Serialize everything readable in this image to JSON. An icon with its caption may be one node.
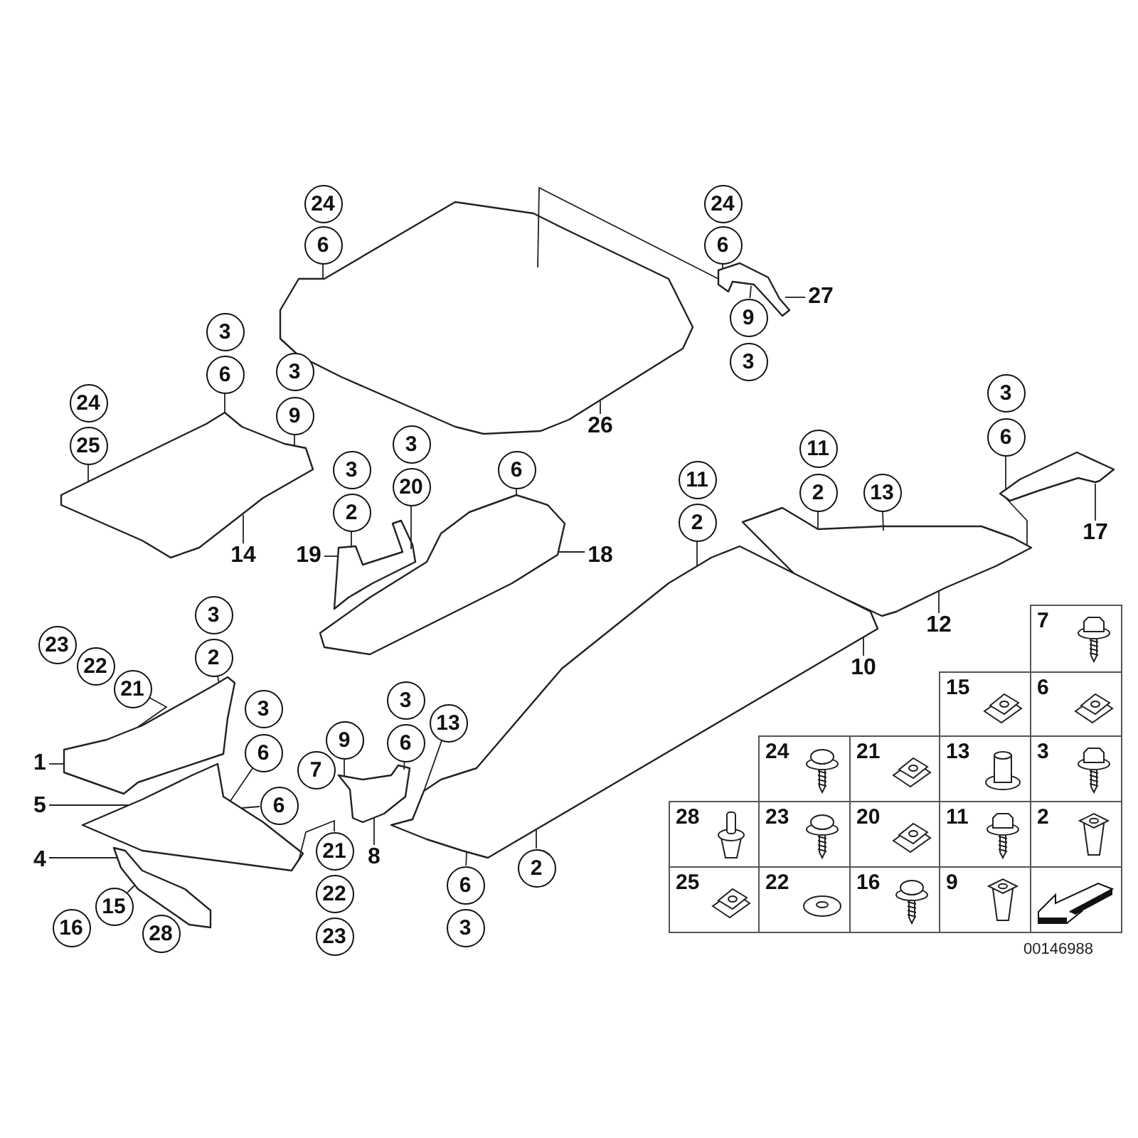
{
  "diagram": {
    "nodes": [
      {
        "text": [
          "24"
        ]
      },
      {
        "text": [
          "6"
        ]
      },
      {
        "text": [],
        "shape": "picture"
      },
      {
        "text": [
          "24"
        ]
      },
      {
        "text": [
          "6"
        ]
      },
      {
        "text": [],
        "shape": "picture"
      },
      {
        "text": [
          "9"
        ]
      },
      {
        "text": [
          "3"
        ]
      },
      {
        "text": [
          "27"
        ]
      },
      {
        "text": [
          "26"
        ]
      },
      {
        "text": [
          "3"
        ]
      },
      {
        "text": [
          "6"
        ]
      },
      {
        "text": [
          "3"
        ]
      },
      {
        "text": [
          "9"
        ]
      },
      {
        "text": [
          "24"
        ]
      },
      {
        "text": [
          "25"
        ]
      },
      {
        "text": [],
        "shape": "picture"
      },
      {
        "text": [
          "14"
        ]
      },
      {
        "text": [
          "3"
        ]
      },
      {
        "text": [
          "2"
        ]
      },
      {
        "text": [
          "3"
        ]
      },
      {
        "text": [
          "20"
        ]
      },
      {
        "text": [],
        "shape": "picture"
      },
      {
        "text": [
          "19"
        ]
      },
      {
        "text": [
          "6"
        ]
      },
      {
        "text": [],
        "shape": "picture"
      },
      {
        "text": [
          "18"
        ]
      },
      {
        "text": [
          "11"
        ]
      },
      {
        "text": [
          "2"
        ]
      },
      {
        "text": [
          "11"
        ]
      },
      {
        "text": [
          "2"
        ]
      },
      {
        "text": [
          "13"
        ]
      },
      {
        "text": [
          "3"
        ]
      },
      {
        "text": [
          "6"
        ]
      },
      {
        "text": [],
        "shape": "picture"
      },
      {
        "text": [
          "17"
        ]
      },
      {
        "text": [],
        "shape": "picture"
      },
      {
        "text": [
          "12"
        ]
      },
      {
        "text": [],
        "shape": "picture"
      },
      {
        "text": [
          "10"
        ]
      },
      {
        "text": [
          "3"
        ]
      },
      {
        "text": [
          "2"
        ]
      },
      {
        "text": [
          "23"
        ]
      },
      {
        "text": [
          "22"
        ]
      },
      {
        "text": [
          "21"
        ]
      },
      {
        "text": [],
        "shape": "picture"
      },
      {
        "text": [
          "1"
        ]
      },
      {
        "text": [
          "3"
        ]
      },
      {
        "text": [
          "6"
        ]
      },
      {
        "text": [
          "7"
        ]
      },
      {
        "text": [
          "6"
        ]
      },
      {
        "text": [],
        "shape": "picture"
      },
      {
        "text": [
          "5"
        ]
      },
      {
        "text": [
          "9"
        ]
      },
      {
        "text": [
          "3"
        ]
      },
      {
        "text": [
          "6"
        ]
      },
      {
        "text": [
          "13"
        ]
      },
      {
        "text": [],
        "shape": "picture"
      },
      {
        "text": [
          "8"
        ]
      },
      {
        "text": [
          "21"
        ]
      },
      {
        "text": [
          "22"
        ]
      },
      {
        "text": [
          "23"
        ]
      },
      {
        "text": [
          "2"
        ]
      },
      {
        "text": [
          "6"
        ]
      },
      {
        "text": [
          "3"
        ]
      },
      {
        "text": [],
        "shape": "picture"
      },
      {
        "text": [
          "4"
        ]
      },
      {
        "text": [
          "15"
        ]
      },
      {
        "text": [
          "16"
        ]
      },
      {
        "text": [
          "28"
        ]
      }
    ],
    "edges": [
      {
        "from": 1,
        "to": 2,
        "arrow": "none"
      },
      {
        "from": 2,
        "to": 5,
        "arrow": "none"
      },
      {
        "from": 4,
        "to": 5,
        "arrow": "none"
      },
      {
        "from": 6,
        "to": 5,
        "arrow": "none"
      },
      {
        "from": 8,
        "to": 5,
        "arrow": "none"
      },
      {
        "from": 9,
        "to": 2,
        "arrow": "none"
      },
      {
        "from": 11,
        "to": 16,
        "arrow": "none"
      },
      {
        "from": 13,
        "to": 16,
        "arrow": "none"
      },
      {
        "from": 15,
        "to": 16,
        "arrow": "none"
      },
      {
        "from": 17,
        "to": 16,
        "arrow": "none"
      },
      {
        "from": 19,
        "to": 22,
        "arrow": "none"
      },
      {
        "from": 21,
        "to": 22,
        "arrow": "none"
      },
      {
        "from": 23,
        "to": 22,
        "arrow": "none"
      },
      {
        "from": 24,
        "to": 25,
        "arrow": "none"
      },
      {
        "from": 26,
        "to": 25,
        "arrow": "none"
      },
      {
        "from": 28,
        "to": 38,
        "arrow": "none"
      },
      {
        "from": 30,
        "to": 36,
        "arrow": "none"
      },
      {
        "from": 31,
        "to": 36,
        "arrow": "none"
      },
      {
        "from": 33,
        "to": 34,
        "arrow": "none"
      },
      {
        "from": 35,
        "to": 34,
        "arrow": "none"
      },
      {
        "from": 37,
        "to": 36,
        "arrow": "none"
      },
      {
        "from": 39,
        "to": 38,
        "arrow": "none"
      },
      {
        "from": 41,
        "to": 45,
        "arrow": "none"
      },
      {
        "from": 44,
        "to": 45,
        "arrow": "none"
      },
      {
        "from": 46,
        "to": 45,
        "arrow": "none"
      },
      {
        "from": 48,
        "to": 51,
        "arrow": "none"
      },
      {
        "from": 50,
        "to": 51,
        "arrow": "none"
      },
      {
        "from": 52,
        "to": 51,
        "arrow": "none"
      },
      {
        "from": 53,
        "to": 57,
        "arrow": "none"
      },
      {
        "from": 55,
        "to": 57,
        "arrow": "none"
      },
      {
        "from": 56,
        "to": 38,
        "arrow": "none"
      },
      {
        "from": 58,
        "to": 57,
        "arrow": "none"
      },
      {
        "from": 59,
        "to": 51,
        "arrow": "none"
      },
      {
        "from": 62,
        "to": 38,
        "arrow": "none"
      },
      {
        "from": 63,
        "to": 38,
        "arrow": "none"
      },
      {
        "from": 66,
        "to": 65,
        "arrow": "none"
      },
      {
        "from": 67,
        "to": 65,
        "arrow": "none"
      },
      {
        "from": 34,
        "to": 36,
        "arrow": "none"
      }
    ],
    "labels": [
      "7",
      "15",
      "6",
      "24",
      "21",
      "13",
      "3",
      "28",
      "23",
      "20",
      "11",
      "2",
      "25",
      "22",
      "16",
      "9",
      "00146988"
    ]
  }
}
